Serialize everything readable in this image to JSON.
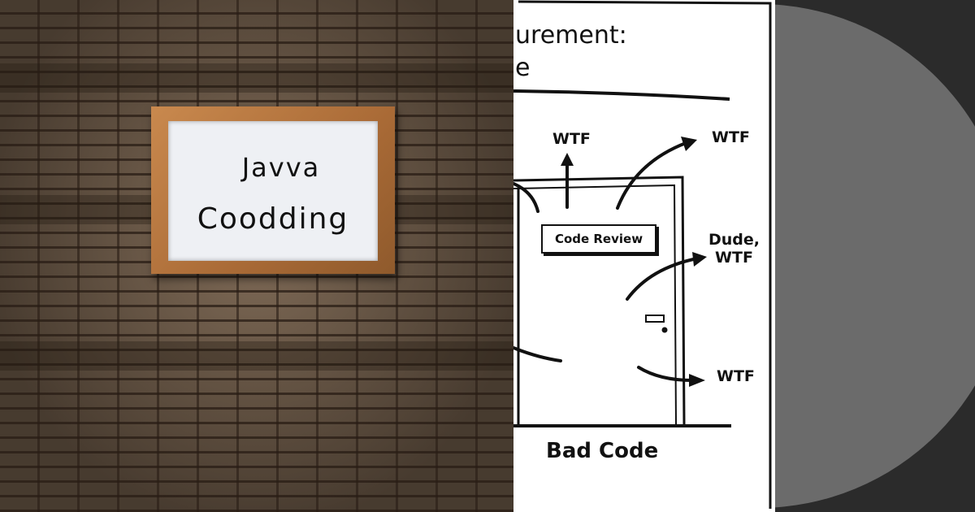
{
  "board": {
    "line1": "Javva",
    "line2": "Coodding"
  },
  "sketch": {
    "heading_line1": "urement:",
    "heading_line2": "e",
    "labels": {
      "wtf_top_left": "WTF",
      "wtf_top_right": "WTF",
      "dude_wtf_line1": "Dude,",
      "dude_wtf_line2": "WTF",
      "wtf_bottom": "WTF"
    },
    "code_review": "Code Review",
    "bad_code": "Bad Code"
  },
  "colors": {
    "frame_wood": "#b0703a",
    "board": "#eef0f4",
    "sketch_bg": "#ffffff",
    "dark_bg": "#2b2b2b",
    "circle": "#6b6b6b"
  }
}
